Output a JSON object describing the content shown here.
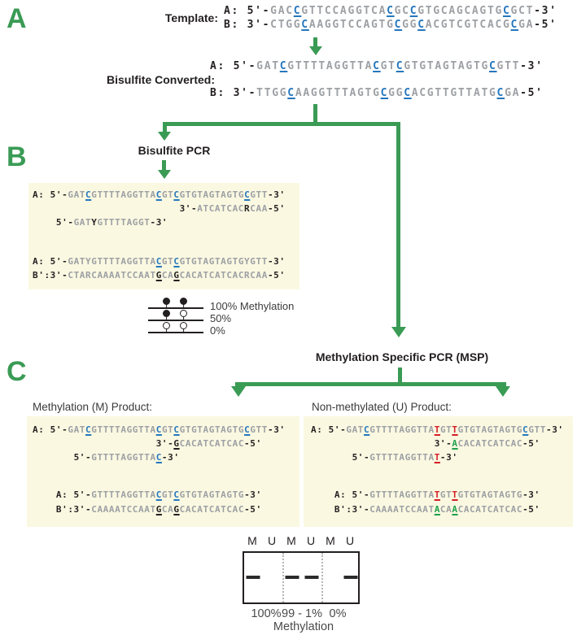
{
  "colors": {
    "green_accent": "#3a9b55",
    "blue_cpg": "#2577bd",
    "red_converted": "#d41f26",
    "green_converted": "#1fa04c",
    "gray_sequence": "#9da0a4",
    "dark_text": "#231f20",
    "box_background": "#faf8e1"
  },
  "section_labels": {
    "a": "A",
    "b": "B",
    "c": "C"
  },
  "template": {
    "label": "Template:",
    "rows": [
      {
        "indent": 0,
        "tokens": [
          {
            "t": "A: 5'-",
            "c": "k"
          },
          {
            "t": "GAC",
            "c": "g"
          },
          {
            "t": "C",
            "c": "b",
            "u": true
          },
          {
            "t": "GTTCCAGGTCA",
            "c": "g"
          },
          {
            "t": "C",
            "c": "b",
            "u": true
          },
          {
            "t": "GC",
            "c": "g"
          },
          {
            "t": "C",
            "c": "b",
            "u": true
          },
          {
            "t": "GTGCAGCAGTG",
            "c": "g"
          },
          {
            "t": "C",
            "c": "b",
            "u": true
          },
          {
            "t": "GCT",
            "c": "g"
          },
          {
            "t": "-3'",
            "c": "k"
          }
        ]
      },
      {
        "indent": 0,
        "tokens": [
          {
            "t": "B: 3'-",
            "c": "k"
          },
          {
            "t": "CTGG",
            "c": "g"
          },
          {
            "t": "C",
            "c": "b",
            "u": true
          },
          {
            "t": "AAGGTCCAGTG",
            "c": "g"
          },
          {
            "t": "C",
            "c": "b",
            "u": true
          },
          {
            "t": "GG",
            "c": "g"
          },
          {
            "t": "C",
            "c": "b",
            "u": true
          },
          {
            "t": "ACGTCGTCACG",
            "c": "g"
          },
          {
            "t": "C",
            "c": "b",
            "u": true
          },
          {
            "t": "GA",
            "c": "g"
          },
          {
            "t": "-5'",
            "c": "k"
          }
        ]
      }
    ]
  },
  "bisulfite": {
    "label": "Bisulfite Converted:",
    "rows": [
      {
        "indent": 0,
        "tokens": [
          {
            "t": "A: 5'-",
            "c": "k"
          },
          {
            "t": "GAT",
            "c": "g"
          },
          {
            "t": "C",
            "c": "b",
            "u": true
          },
          {
            "t": "GTTTTAGGTTA",
            "c": "g"
          },
          {
            "t": "C",
            "c": "b",
            "u": true
          },
          {
            "t": "GT",
            "c": "g"
          },
          {
            "t": "C",
            "c": "b",
            "u": true
          },
          {
            "t": "GTGTAGTAGTG",
            "c": "g"
          },
          {
            "t": "C",
            "c": "b",
            "u": true
          },
          {
            "t": "GTT",
            "c": "g"
          },
          {
            "t": "-3'",
            "c": "k"
          }
        ]
      },
      {
        "indent": 0,
        "tokens": [
          {
            "t": "B: 3'-",
            "c": "k"
          },
          {
            "t": "TTGG",
            "c": "g"
          },
          {
            "t": "C",
            "c": "b",
            "u": true
          },
          {
            "t": "AAGGTTTAGTG",
            "c": "g"
          },
          {
            "t": "C",
            "c": "b",
            "u": true
          },
          {
            "t": "GG",
            "c": "g"
          },
          {
            "t": "C",
            "c": "b",
            "u": true
          },
          {
            "t": "ACGTTGTTATG",
            "c": "g"
          },
          {
            "t": "C",
            "c": "b",
            "u": true
          },
          {
            "t": "GA",
            "c": "g"
          },
          {
            "t": "-5'",
            "c": "k"
          }
        ]
      }
    ]
  },
  "bisulfite_pcr": {
    "label": "Bisulfite PCR",
    "rows": [
      {
        "indent": 0,
        "tokens": [
          {
            "t": "A: 5'-",
            "c": "k"
          },
          {
            "t": "GAT",
            "c": "g"
          },
          {
            "t": "C",
            "c": "b",
            "u": true
          },
          {
            "t": "GTTTTAGGTTA",
            "c": "g"
          },
          {
            "t": "C",
            "c": "b",
            "u": true
          },
          {
            "t": "GT",
            "c": "g"
          },
          {
            "t": "C",
            "c": "b",
            "u": true
          },
          {
            "t": "GTGTAGTAGTG",
            "c": "g"
          },
          {
            "t": "C",
            "c": "b",
            "u": true
          },
          {
            "t": "GTT",
            "c": "g"
          },
          {
            "t": "-3'",
            "c": "k"
          }
        ]
      },
      {
        "indent": 25,
        "tokens": [
          {
            "t": "3'-",
            "c": "k"
          },
          {
            "t": "ATCATCAC",
            "c": "g"
          },
          {
            "t": "R",
            "c": "k"
          },
          {
            "t": "CAA",
            "c": "g"
          },
          {
            "t": "-5'",
            "c": "k"
          }
        ]
      },
      {
        "indent": 4,
        "tokens": [
          {
            "t": "5'-",
            "c": "k"
          },
          {
            "t": "GAT",
            "c": "g"
          },
          {
            "t": "Y",
            "c": "k"
          },
          {
            "t": "GTTTTAGGT",
            "c": "g"
          },
          {
            "t": "-3'",
            "c": "k"
          }
        ]
      },
      {
        "indent": 0,
        "tokens": [
          {
            "t": "A: 5'-",
            "c": "k"
          },
          {
            "t": "GATYGTTTTAGGTTA",
            "c": "g"
          },
          {
            "t": "C",
            "c": "b",
            "u": true
          },
          {
            "t": "GT",
            "c": "g"
          },
          {
            "t": "C",
            "c": "b",
            "u": true
          },
          {
            "t": "GTGTAGTAGTGYGTT",
            "c": "g"
          },
          {
            "t": "-3'",
            "c": "k"
          }
        ]
      },
      {
        "indent": 0,
        "tokens": [
          {
            "t": "B':3'-",
            "c": "k"
          },
          {
            "t": "CTARCAAAATCCAAT",
            "c": "g"
          },
          {
            "t": "G",
            "c": "k",
            "u": true
          },
          {
            "t": "CA",
            "c": "g"
          },
          {
            "t": "G",
            "c": "k",
            "u": true
          },
          {
            "t": "CACATCATCACRCAA",
            "c": "g"
          },
          {
            "t": "-5'",
            "c": "k"
          }
        ]
      }
    ]
  },
  "legend": {
    "rows": [
      {
        "dots": [
          "filled",
          "filled"
        ],
        "label": "100% Methylation"
      },
      {
        "dots": [
          "filled",
          "open"
        ],
        "label": "50%"
      },
      {
        "dots": [
          "open",
          "open"
        ],
        "label": "0%"
      }
    ]
  },
  "msp": {
    "title": "Methylation Specific PCR (MSP)",
    "left_label": "Methylation (M) Product:",
    "right_label": "Non-methylated (U) Product:",
    "m_rows": [
      {
        "indent": 0,
        "tokens": [
          {
            "t": "A: 5'-",
            "c": "k"
          },
          {
            "t": "GAT",
            "c": "g"
          },
          {
            "t": "C",
            "c": "b",
            "u": true
          },
          {
            "t": "GTTTTAGGTTA",
            "c": "g"
          },
          {
            "t": "C",
            "c": "b",
            "u": true
          },
          {
            "t": "GT",
            "c": "g"
          },
          {
            "t": "C",
            "c": "b",
            "u": true
          },
          {
            "t": "GTGTAGTAGTG",
            "c": "g"
          },
          {
            "t": "C",
            "c": "b",
            "u": true
          },
          {
            "t": "GTT",
            "c": "g"
          },
          {
            "t": "-3'",
            "c": "k"
          }
        ]
      },
      {
        "indent": 21,
        "tokens": [
          {
            "t": "3'-",
            "c": "k"
          },
          {
            "t": "G",
            "c": "k",
            "u": true
          },
          {
            "t": "CACATCATCAC",
            "c": "g"
          },
          {
            "t": "-5'",
            "c": "k"
          }
        ]
      },
      {
        "indent": 7,
        "tokens": [
          {
            "t": "5'-",
            "c": "k"
          },
          {
            "t": "GTTTTAGGTTA",
            "c": "g"
          },
          {
            "t": "C",
            "c": "b",
            "u": true
          },
          {
            "t": "-3'",
            "c": "k"
          }
        ]
      },
      {
        "indent": 4,
        "tokens": [
          {
            "t": "A: 5'-",
            "c": "k"
          },
          {
            "t": "GTTTTAGGTTA",
            "c": "g"
          },
          {
            "t": "C",
            "c": "b",
            "u": true
          },
          {
            "t": "GT",
            "c": "g"
          },
          {
            "t": "C",
            "c": "b",
            "u": true
          },
          {
            "t": "GTGTAGTAGTG",
            "c": "g"
          },
          {
            "t": "-3'",
            "c": "k"
          }
        ]
      },
      {
        "indent": 4,
        "tokens": [
          {
            "t": "B':3'-",
            "c": "k"
          },
          {
            "t": "CAAAATCCAAT",
            "c": "g"
          },
          {
            "t": "G",
            "c": "k",
            "u": true
          },
          {
            "t": "CA",
            "c": "g"
          },
          {
            "t": "G",
            "c": "k",
            "u": true
          },
          {
            "t": "CACATCATCAC",
            "c": "g"
          },
          {
            "t": "-5'",
            "c": "k"
          }
        ]
      }
    ],
    "u_rows": [
      {
        "indent": 0,
        "tokens": [
          {
            "t": "A: 5'-",
            "c": "k"
          },
          {
            "t": "GAT",
            "c": "g"
          },
          {
            "t": "C",
            "c": "b",
            "u": true
          },
          {
            "t": "GTTTTAGGTTA",
            "c": "g"
          },
          {
            "t": "T",
            "c": "r",
            "u": true
          },
          {
            "t": "GT",
            "c": "g"
          },
          {
            "t": "T",
            "c": "r",
            "u": true
          },
          {
            "t": "GTGTAGTAGTG",
            "c": "g"
          },
          {
            "t": "C",
            "c": "b",
            "u": true
          },
          {
            "t": "GTT",
            "c": "g"
          },
          {
            "t": "-3'",
            "c": "k"
          }
        ]
      },
      {
        "indent": 21,
        "tokens": [
          {
            "t": "3'-",
            "c": "k"
          },
          {
            "t": "A",
            "c": "n",
            "u": true
          },
          {
            "t": "CACATCATCAC",
            "c": "g"
          },
          {
            "t": "-5'",
            "c": "k"
          }
        ]
      },
      {
        "indent": 7,
        "tokens": [
          {
            "t": "5'-",
            "c": "k"
          },
          {
            "t": "GTTTTAGGTTA",
            "c": "g"
          },
          {
            "t": "T",
            "c": "r",
            "u": true
          },
          {
            "t": "-3'",
            "c": "k"
          }
        ]
      },
      {
        "indent": 4,
        "tokens": [
          {
            "t": "A: 5'-",
            "c": "k"
          },
          {
            "t": "GTTTTAGGTTA",
            "c": "g"
          },
          {
            "t": "T",
            "c": "r",
            "u": true
          },
          {
            "t": "GT",
            "c": "g"
          },
          {
            "t": "T",
            "c": "r",
            "u": true
          },
          {
            "t": "GTGTAGTAGTG",
            "c": "g"
          },
          {
            "t": "-3'",
            "c": "k"
          }
        ]
      },
      {
        "indent": 4,
        "tokens": [
          {
            "t": "B':3'-",
            "c": "k"
          },
          {
            "t": "CAAAATCCAAT",
            "c": "g"
          },
          {
            "t": "A",
            "c": "n",
            "u": true
          },
          {
            "t": "CA",
            "c": "g"
          },
          {
            "t": "A",
            "c": "n",
            "u": true
          },
          {
            "t": "CACATCATCAC",
            "c": "g"
          },
          {
            "t": "-5'",
            "c": "k"
          }
        ]
      }
    ]
  },
  "gel": {
    "lane_headers": [
      "M",
      "U",
      "M",
      "U",
      "M",
      "U"
    ],
    "bands": [
      {
        "lane": 0
      },
      {
        "lane": 2
      },
      {
        "lane": 3
      },
      {
        "lane": 5
      }
    ],
    "group_labels": [
      "100%",
      "99 - 1%",
      "0%"
    ],
    "xlabel": "Methylation"
  }
}
